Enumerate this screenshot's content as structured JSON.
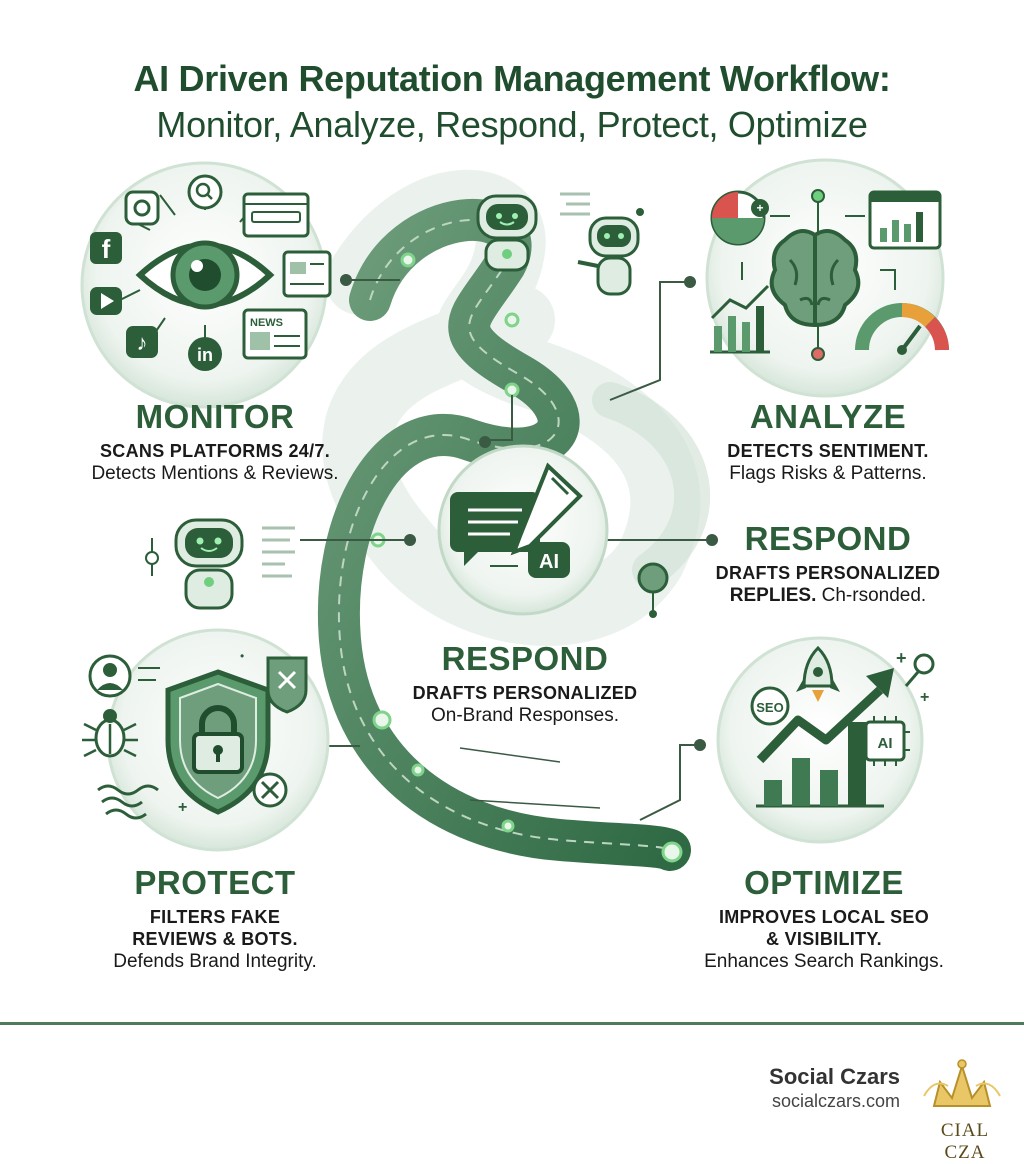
{
  "header": {
    "title": "AI Driven Reputation Management Workflow:",
    "subtitle": "Monitor, Analyze, Respond, Protect, Optimize"
  },
  "stages": {
    "monitor": {
      "heading": "MONITOR",
      "line1": "SCANS PLATFORMS 24/7.",
      "line2": "Detects Mentions & Reviews."
    },
    "analyze": {
      "heading": "ANALYZE",
      "line1": "DETECTS SENTIMENT.",
      "line2": "Flags Risks & Patterns."
    },
    "respond_right": {
      "heading": "RESPOND",
      "line1": "DRAFTS PERSONALIZED",
      "line2_bold": "REPLIES.",
      "line2": "Ch-rsonded."
    },
    "respond_center": {
      "heading": "RESPOND",
      "line1": "DRAFTS PERSONALIZED",
      "line2": "On-Brand Responses."
    },
    "protect": {
      "heading": "PROTECT",
      "line1": "FILTERS FAKE",
      "line1b": "REVIEWS & BOTS.",
      "line2": "Defends Brand Integrity."
    },
    "optimize": {
      "heading": "OPTIMIZE",
      "line1": "IMPROVES LOCAL SEO",
      "line1b": "& VISIBILITY.",
      "line2": "Enhances Search Rankings."
    }
  },
  "icon_labels": {
    "news": "NEWS",
    "ai_chat": "AI",
    "ai_chip": "AI",
    "seo": "SEO",
    "linkedin": "in"
  },
  "footer": {
    "brand_name": "Social Czars",
    "brand_url": "socialczars.com",
    "logo_text": "CIAL CZA"
  },
  "colors": {
    "primary_green": "#2c5e3a",
    "light_green": "#dfece2",
    "path_green": "#3f7a52",
    "accent_red": "#d9534f",
    "accent_orange": "#e8a13a"
  }
}
